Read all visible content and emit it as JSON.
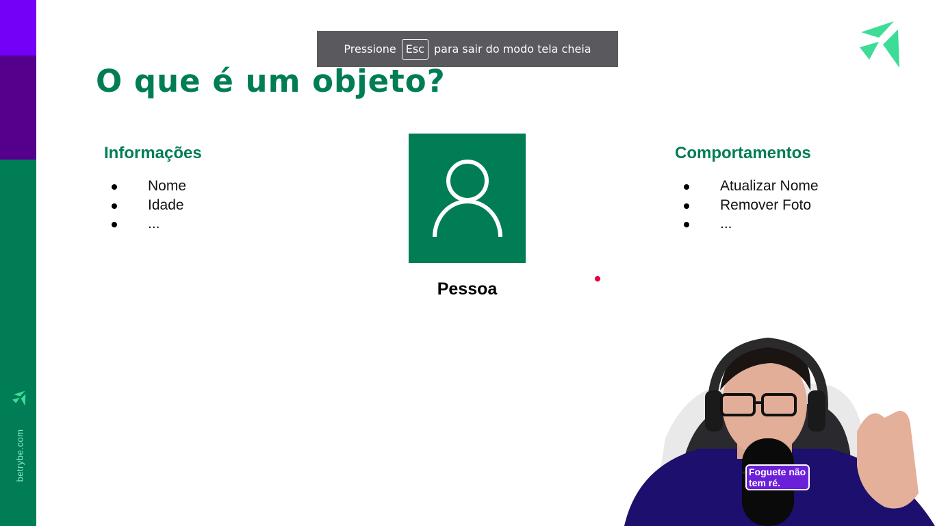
{
  "browser": {
    "fullscreen_prefix": "Pressione",
    "fullscreen_key": "Esc",
    "fullscreen_suffix": "para sair do modo tela cheia"
  },
  "sidebar": {
    "url": "betrybe.com",
    "colors": [
      "#7400f8",
      "#55008c",
      "#007d55"
    ]
  },
  "slide": {
    "title": "O que é um objeto?",
    "left": {
      "heading": "Informações",
      "items": [
        "Nome",
        "Idade",
        "..."
      ]
    },
    "center": {
      "icon": "person-icon",
      "label": "Pessoa"
    },
    "right": {
      "heading": "Comportamentos",
      "items": [
        "Atualizar Nome",
        "Remover Foto",
        "..."
      ]
    },
    "accent_color": "#007d55"
  },
  "webcam": {
    "badge": "Foguete não tem ré."
  }
}
